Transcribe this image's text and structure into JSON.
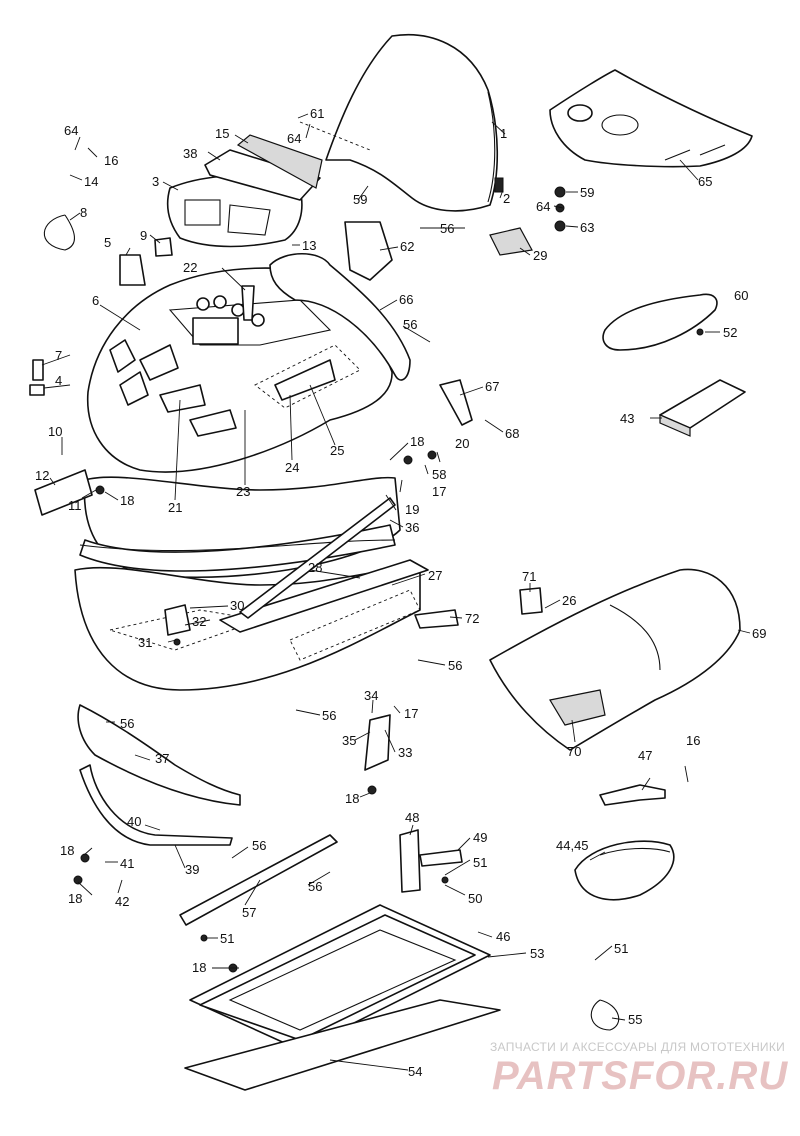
{
  "callouts": [
    {
      "id": "c1",
      "text": "1"
    },
    {
      "id": "c2",
      "text": "2"
    },
    {
      "id": "c3",
      "text": "3"
    },
    {
      "id": "c4",
      "text": "4"
    },
    {
      "id": "c5",
      "text": "5"
    },
    {
      "id": "c6",
      "text": "6"
    },
    {
      "id": "c7",
      "text": "7"
    },
    {
      "id": "c8",
      "text": "8"
    },
    {
      "id": "c9",
      "text": "9"
    },
    {
      "id": "c10",
      "text": "10"
    },
    {
      "id": "c11",
      "text": "11"
    },
    {
      "id": "c12",
      "text": "12"
    },
    {
      "id": "c13",
      "text": "13"
    },
    {
      "id": "c14",
      "text": "14"
    },
    {
      "id": "c15",
      "text": "15"
    },
    {
      "id": "c16a",
      "text": "16"
    },
    {
      "id": "c16b",
      "text": "16"
    },
    {
      "id": "c17a",
      "text": "17"
    },
    {
      "id": "c17b",
      "text": "17"
    },
    {
      "id": "c18a",
      "text": "18"
    },
    {
      "id": "c18b",
      "text": "18"
    },
    {
      "id": "c18c",
      "text": "18"
    },
    {
      "id": "c18d",
      "text": "18"
    },
    {
      "id": "c18e",
      "text": "18"
    },
    {
      "id": "c18f",
      "text": "18"
    },
    {
      "id": "c19",
      "text": "19"
    },
    {
      "id": "c20",
      "text": "20"
    },
    {
      "id": "c21",
      "text": "21"
    },
    {
      "id": "c22",
      "text": "22"
    },
    {
      "id": "c23",
      "text": "23"
    },
    {
      "id": "c24",
      "text": "24"
    },
    {
      "id": "c25",
      "text": "25"
    },
    {
      "id": "c26",
      "text": "26"
    },
    {
      "id": "c27",
      "text": "27"
    },
    {
      "id": "c28",
      "text": "28"
    },
    {
      "id": "c29",
      "text": "29"
    },
    {
      "id": "c30",
      "text": "30"
    },
    {
      "id": "c31",
      "text": "31"
    },
    {
      "id": "c32",
      "text": "32"
    },
    {
      "id": "c33",
      "text": "33"
    },
    {
      "id": "c34",
      "text": "34"
    },
    {
      "id": "c35",
      "text": "35"
    },
    {
      "id": "c36",
      "text": "36"
    },
    {
      "id": "c37",
      "text": "37"
    },
    {
      "id": "c38",
      "text": "38"
    },
    {
      "id": "c39",
      "text": "39"
    },
    {
      "id": "c40",
      "text": "40"
    },
    {
      "id": "c41",
      "text": "41"
    },
    {
      "id": "c42",
      "text": "42"
    },
    {
      "id": "c43",
      "text": "43"
    },
    {
      "id": "c4445",
      "text": "44,45"
    },
    {
      "id": "c46",
      "text": "46"
    },
    {
      "id": "c47",
      "text": "47"
    },
    {
      "id": "c48",
      "text": "48"
    },
    {
      "id": "c49",
      "text": "49"
    },
    {
      "id": "c50",
      "text": "50"
    },
    {
      "id": "c51a",
      "text": "51"
    },
    {
      "id": "c51b",
      "text": "51"
    },
    {
      "id": "c51c",
      "text": "51"
    },
    {
      "id": "c52",
      "text": "52"
    },
    {
      "id": "c53",
      "text": "53"
    },
    {
      "id": "c54",
      "text": "54"
    },
    {
      "id": "c55",
      "text": "55"
    },
    {
      "id": "c56a",
      "text": "56"
    },
    {
      "id": "c56b",
      "text": "56"
    },
    {
      "id": "c56c",
      "text": "56"
    },
    {
      "id": "c56d",
      "text": "56"
    },
    {
      "id": "c56e",
      "text": "56"
    },
    {
      "id": "c56f",
      "text": "56"
    },
    {
      "id": "c56g",
      "text": "56"
    },
    {
      "id": "c57",
      "text": "57"
    },
    {
      "id": "c58",
      "text": "58"
    },
    {
      "id": "c59a",
      "text": "59"
    },
    {
      "id": "c59b",
      "text": "59"
    },
    {
      "id": "c60",
      "text": "60"
    },
    {
      "id": "c61",
      "text": "61"
    },
    {
      "id": "c62",
      "text": "62"
    },
    {
      "id": "c63",
      "text": "63"
    },
    {
      "id": "c64a",
      "text": "64"
    },
    {
      "id": "c64b",
      "text": "64"
    },
    {
      "id": "c64c",
      "text": "64"
    },
    {
      "id": "c65",
      "text": "65"
    },
    {
      "id": "c66",
      "text": "66"
    },
    {
      "id": "c67",
      "text": "67"
    },
    {
      "id": "c68",
      "text": "68"
    },
    {
      "id": "c69",
      "text": "69"
    },
    {
      "id": "c70",
      "text": "70"
    },
    {
      "id": "c71",
      "text": "71"
    },
    {
      "id": "c72",
      "text": "72"
    }
  ],
  "watermark": {
    "line1": "ЗАПЧАСТИ И АКСЕССУАРЫ ДЛЯ МОТОТЕХНИКИ",
    "line2": "PARTSFOR.RU",
    "color": "#e7c2c2"
  }
}
